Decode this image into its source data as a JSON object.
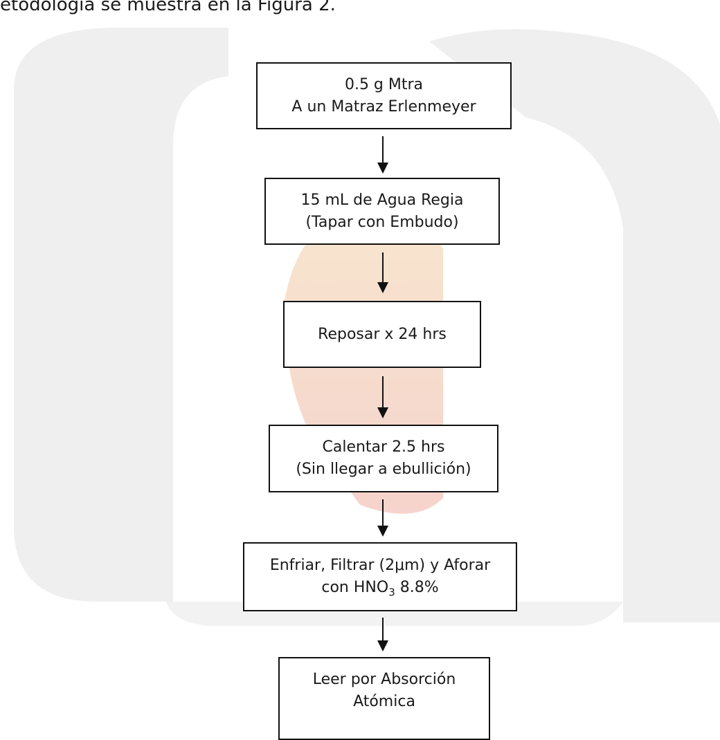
{
  "header_text": "etodología se muestra en la Figura 2.",
  "flowchart": {
    "steps": [
      {
        "line1": "0.5 g Mtra",
        "line2": "A un Matraz Erlenmeyer"
      },
      {
        "line1": "15 mL de Agua Regia",
        "line2": "(Tapar con Embudo)"
      },
      {
        "line1": "Reposar x 24 hrs"
      },
      {
        "line1": "Calentar 2.5 hrs",
        "line2": "(Sin llegar a ebullición)"
      },
      {
        "line1": "Enfriar, Filtrar (2μm) y Aforar",
        "line2_pre": "con HNO",
        "line2_sub": "3",
        "line2_post": " 8.8%"
      },
      {
        "line1": "Leer por Absorción",
        "line2": "Atómica"
      }
    ]
  },
  "colors": {
    "box_border": "#111111",
    "arrow": "#111111",
    "watermark_gray": "#eeeeee",
    "watermark_warm_top": "#f7e6cf",
    "watermark_warm_bottom": "#f6d8d0"
  },
  "watermark_icon": "university-logo-watermark"
}
